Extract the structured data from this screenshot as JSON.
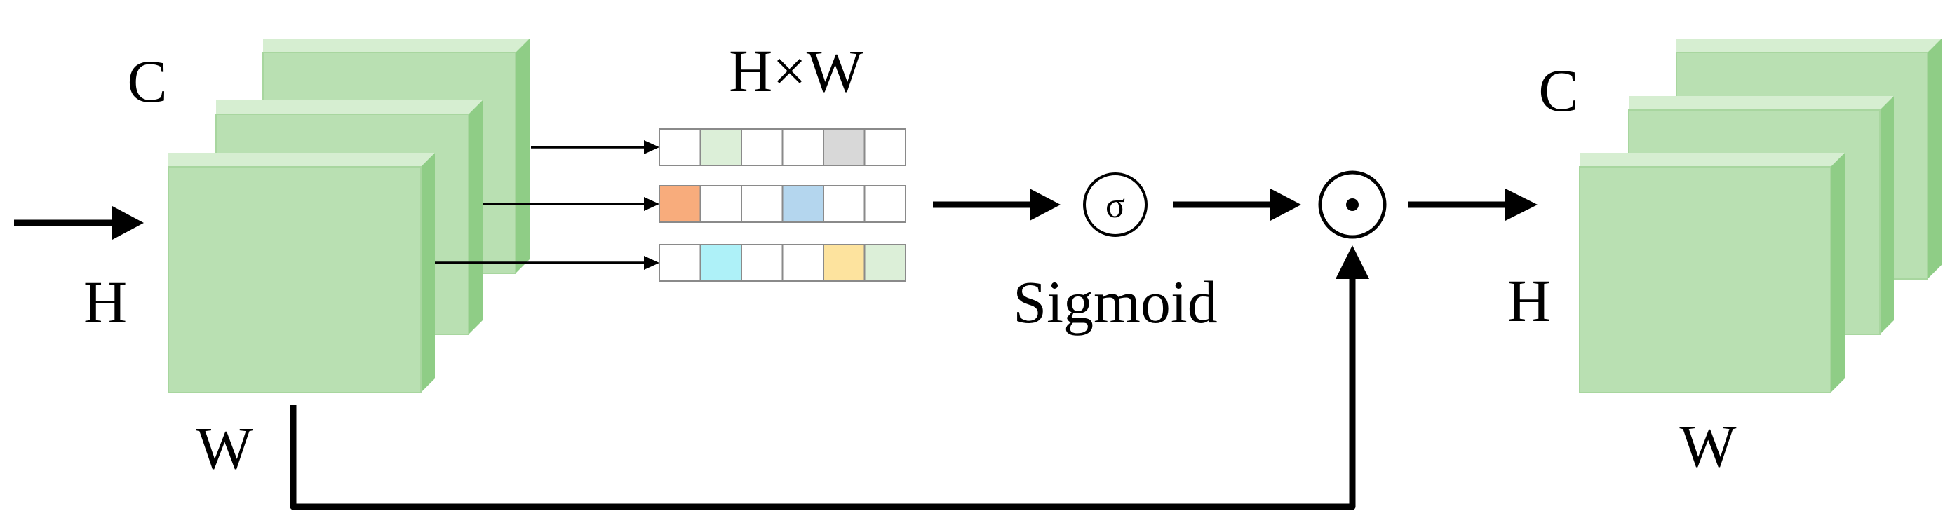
{
  "input_block": {
    "channel_label": "C",
    "height_label": "H",
    "width_label": "W"
  },
  "flatten_label": "H×W",
  "sigma_symbol": "σ",
  "sigmoid_label": "Sigmoid",
  "multiply_symbol": "⊙",
  "output_block": {
    "channel_label": "C",
    "height_label": "H",
    "width_label": "W"
  },
  "colors": {
    "cube_face": "#b9e0b2",
    "cube_top": "#d6eed1",
    "cube_side": "#8fcd86",
    "cube_edge": "#a8d69f",
    "arrow": "#000000",
    "cell_border": "#8a8a8a",
    "row1_cells": [
      "#ffffff",
      "#dcefd8",
      "#ffffff",
      "#ffffff",
      "#d8d8d8",
      "#ffffff"
    ],
    "row2_cells": [
      "#f8ac7c",
      "#ffffff",
      "#ffffff",
      "#b4d6ee",
      "#ffffff",
      "#ffffff"
    ],
    "row3_cells": [
      "#ffffff",
      "#aef1f8",
      "#ffffff",
      "#ffffff",
      "#fde39e",
      "#dcefd8"
    ]
  }
}
